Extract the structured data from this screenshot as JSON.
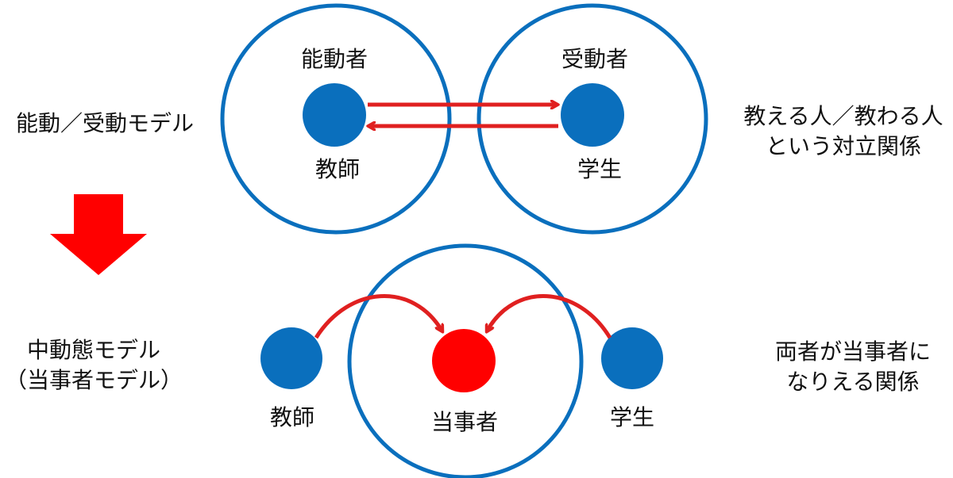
{
  "colors": {
    "circle_stroke": "#0a6fbd",
    "node_blue": "#0a6fbd",
    "node_red": "#ff0000",
    "arrow_red": "#e02020"
  },
  "top": {
    "model_label": "能動／受動モデル",
    "left_circle_label": "能動者",
    "right_circle_label": "受動者",
    "left_node_label": "教師",
    "right_node_label": "学生",
    "note_line1": "教える人／教わる人",
    "note_line2": "という対立関係"
  },
  "bottom": {
    "model_label_line1": "中動態モデル",
    "model_label_line2": "（当事者モデル）",
    "left_node_label": "教師",
    "center_node_label": "当事者",
    "right_node_label": "学生",
    "note_line1": "両者が当事者に",
    "note_line2": "なりえる関係"
  },
  "transition_arrow_icon": "down-arrow-icon"
}
